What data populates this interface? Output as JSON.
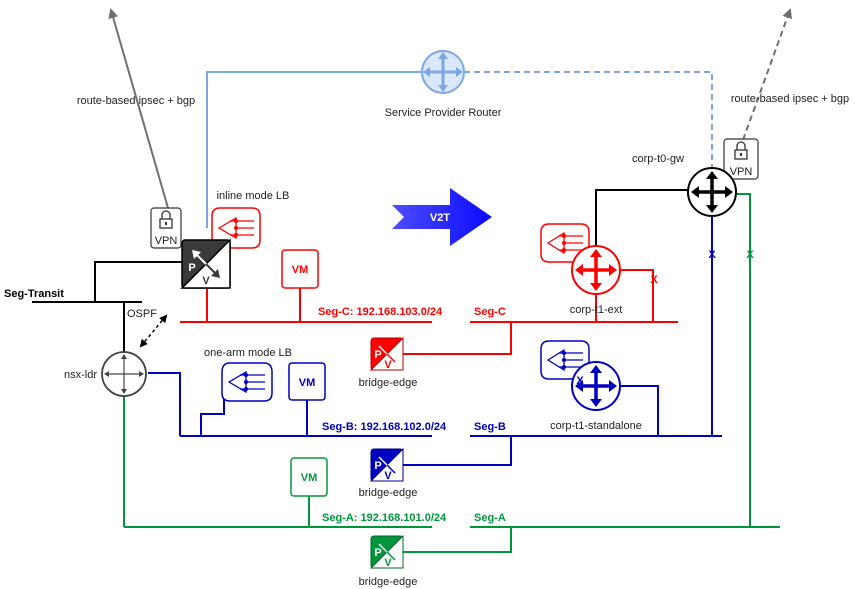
{
  "labels": {
    "vpn_left_link": "route-based ipsec + bgp",
    "vpn_right_link": "route-based ipsec + bgp",
    "provider_router": "Service Provider Router",
    "t0": "corp-t0-gw",
    "inline_lb": "inline mode LB",
    "onearm_lb": "one-arm mode LB",
    "seg_transit": "Seg-Transit",
    "ospf": "OSPF",
    "ldr": "nsx-ldr",
    "v2t": "V2T",
    "t1_ext": "corp-t1-ext",
    "t1_standalone": "corp-t1-standalone",
    "vpn": "VPN",
    "vm": "VM",
    "p": "P",
    "v": "V",
    "cross": "X",
    "seg_c": "Seg-C: 192.168.103.0/24",
    "seg_c_short": "Seg-C",
    "seg_b": "Seg-B: 192.168.102.0/24",
    "seg_b_short": "Seg-B",
    "seg_a": "Seg-A: 192.168.101.0/24",
    "seg_a_short": "Seg-A",
    "bridge_edge": "bridge-edge"
  },
  "colors": {
    "red": "#ff0000",
    "blue": "#0000c0",
    "green": "#00963c",
    "light_blue": "#7ea6e0",
    "black": "#000000",
    "gray": "#707070"
  },
  "icons": [
    "router-icon",
    "lock-icon",
    "load-balancer-icon",
    "edge-appliance-icon",
    "arrow-icon"
  ]
}
